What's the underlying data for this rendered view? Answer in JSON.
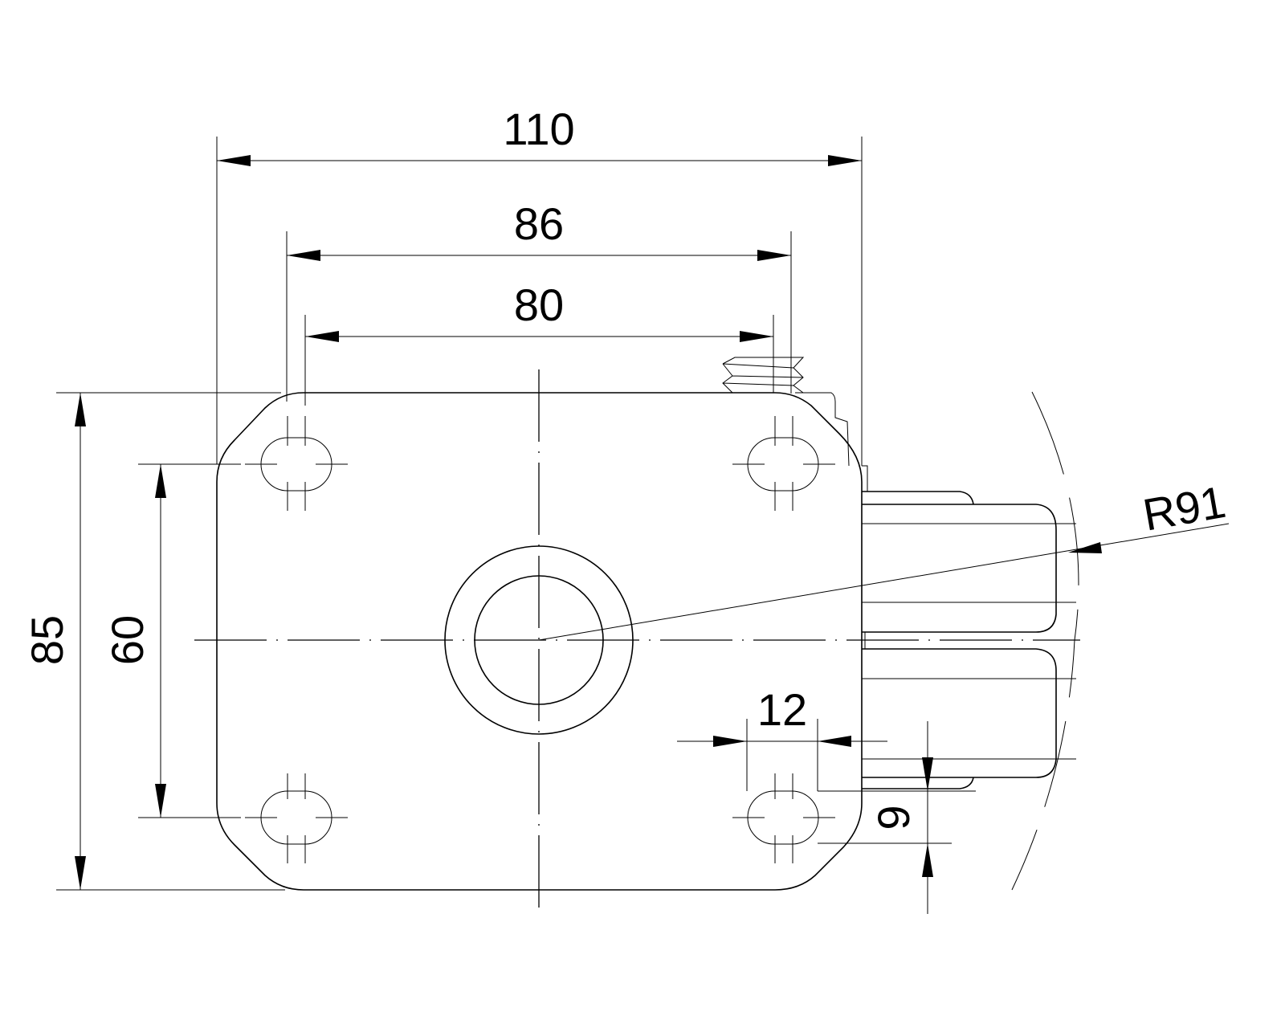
{
  "drawing": {
    "dimensions": {
      "overall_width": "110",
      "hole_span_outer": "86",
      "hole_span_inner": "80",
      "overall_height": "85",
      "hole_span_vertical": "60",
      "slot_length": "12",
      "offset": "9",
      "swivel_radius": "R91"
    },
    "line_color": "#000000",
    "background_color": "#ffffff"
  }
}
